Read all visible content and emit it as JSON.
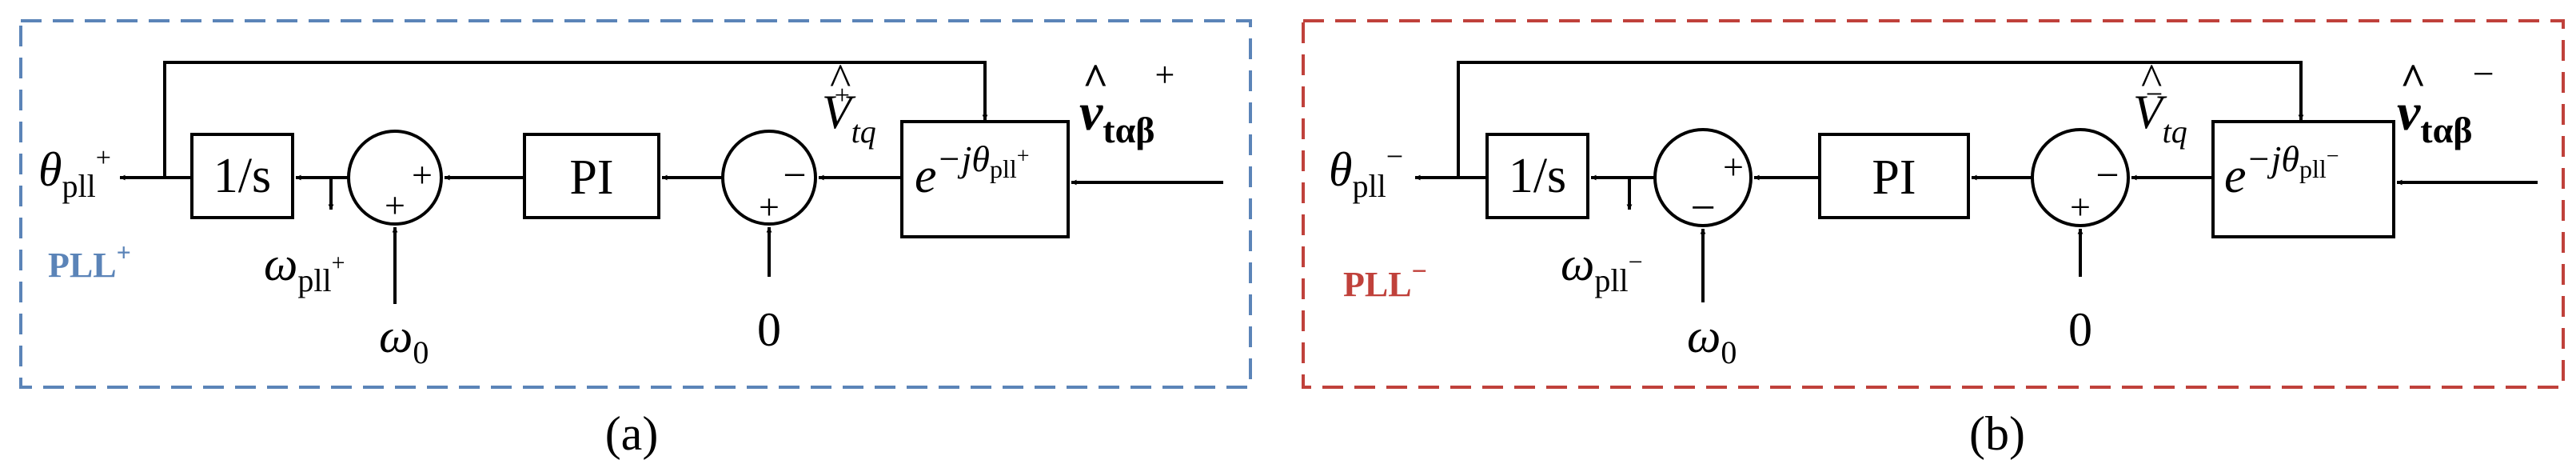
{
  "colors": {
    "pll_plus": "#5b84b8",
    "pll_minus": "#c0413b",
    "line": "#000000"
  },
  "panel_a": {
    "caption": "(a)",
    "name_base": "PLL",
    "name_sup": "+",
    "integrator": "1/s",
    "controller": "PI",
    "theta_base": "θ",
    "theta_sub": "pll",
    "theta_sup": "+",
    "omega_base": "ω",
    "omega_sub": "pll",
    "omega_sup": "+",
    "omega0_base": "ω",
    "omega0_sub": "0",
    "ref_zero": "0",
    "vtq_base": "V",
    "vtq_hat": "^",
    "vtq_sub": "tq",
    "vtq_sup": "+",
    "rot_base": "e",
    "rot_exp": "−jθ",
    "rot_exp_sub": "pll",
    "rot_exp_sup": "+",
    "input_base": "v",
    "input_hat": "^",
    "input_sub": "tαβ",
    "input_sup": "+",
    "sum1_top": "+",
    "sum1_bottom": "+",
    "sum2_top": "−",
    "sum2_bottom": "+"
  },
  "panel_b": {
    "caption": "(b)",
    "name_base": "PLL",
    "name_sup": "−",
    "integrator": "1/s",
    "controller": "PI",
    "theta_base": "θ",
    "theta_sub": "pll",
    "theta_sup": "−",
    "omega_base": "ω",
    "omega_sub": "pll",
    "omega_sup": "−",
    "omega0_base": "ω",
    "omega0_sub": "0",
    "ref_zero": "0",
    "vtq_base": "V",
    "vtq_hat": "^",
    "vtq_sub": "tq",
    "vtq_sup": "−",
    "rot_base": "e",
    "rot_exp": "−jθ",
    "rot_exp_sub": "pll",
    "rot_exp_sup": "−",
    "input_base": "v",
    "input_hat": "^",
    "input_sub": "tαβ",
    "input_sup": "−",
    "sum1_top": "+",
    "sum1_bottom": "−",
    "sum2_top": "−",
    "sum2_bottom": "+"
  }
}
